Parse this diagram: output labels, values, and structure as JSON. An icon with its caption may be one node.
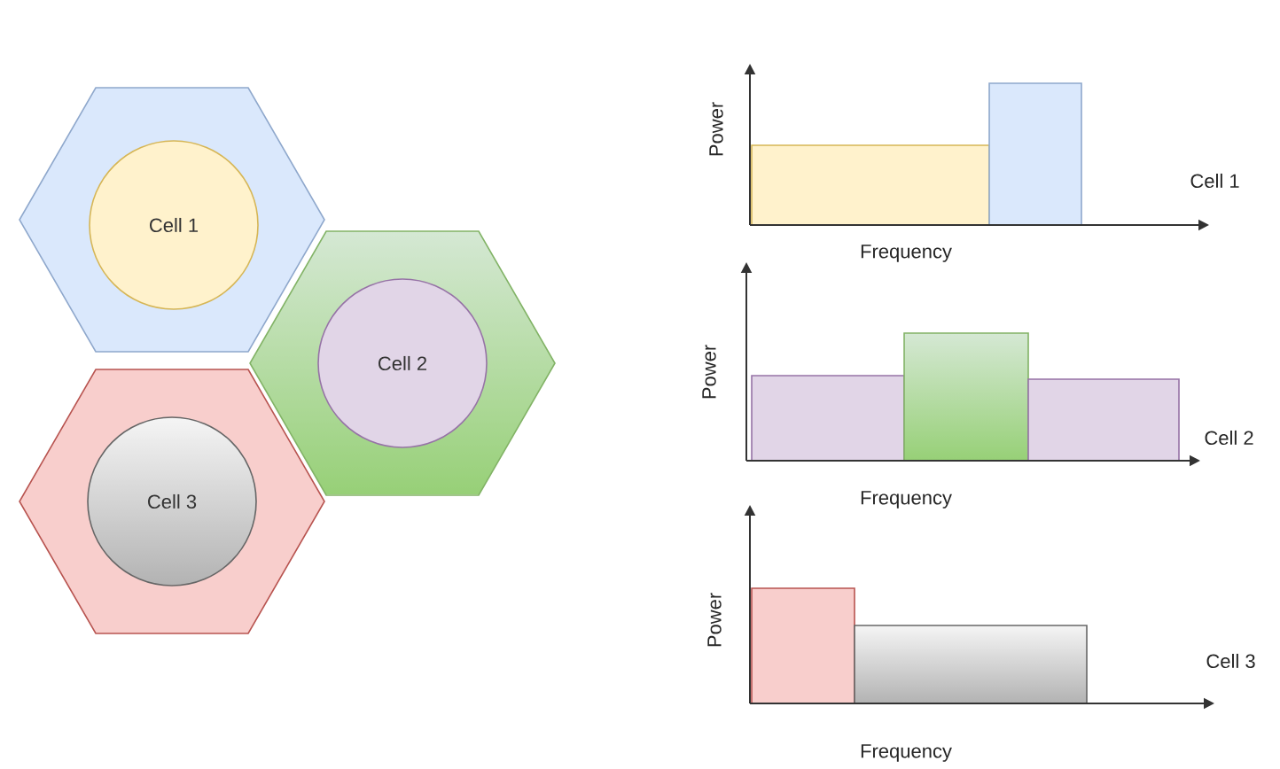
{
  "diagram": {
    "nodes": [
      {
        "text": [],
        "shape": "hexagon"
      },
      {
        "text": [
          "Cell 1"
        ],
        "in": 0
      },
      {
        "text": [],
        "shape": "hexagon"
      },
      {
        "text": [
          "Cell 2"
        ],
        "in": 2
      },
      {
        "text": [],
        "shape": "hexagon"
      },
      {
        "text": [
          "Cell 3"
        ],
        "in": 4
      }
    ],
    "labels": [
      "Power",
      "Cell 1",
      "Frequency",
      "Power",
      "Cell 2",
      "Frequency",
      "Power",
      "Cell 3",
      "Frequency"
    ]
  }
}
